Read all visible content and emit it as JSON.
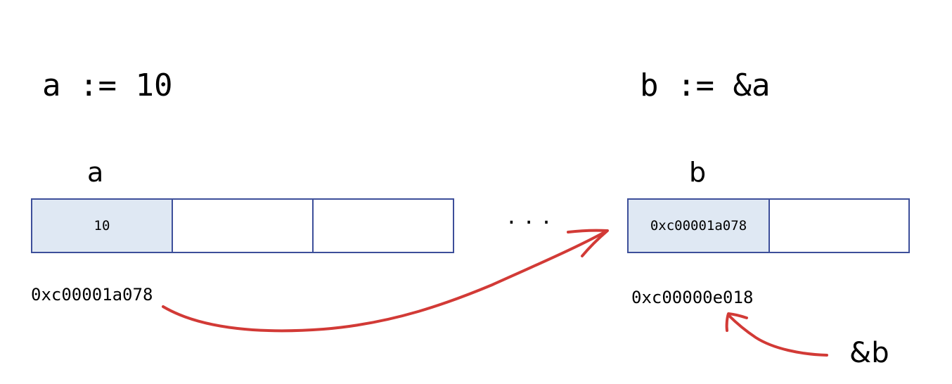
{
  "statements": {
    "left": "a := 10",
    "right": "b := &a"
  },
  "variables": {
    "a": {
      "label": "a",
      "cells": [
        "10",
        "",
        ""
      ],
      "address": "0xc00001a078"
    },
    "b": {
      "label": "b",
      "cells": [
        "0xc00001a078",
        ""
      ],
      "address": "0xc00000e018"
    }
  },
  "ellipsis": "...",
  "reference_label": "&b",
  "colors": {
    "cell_border": "#3d4f9a",
    "cell_fill": "#dfe8f3",
    "arrow": "#d23a36"
  }
}
